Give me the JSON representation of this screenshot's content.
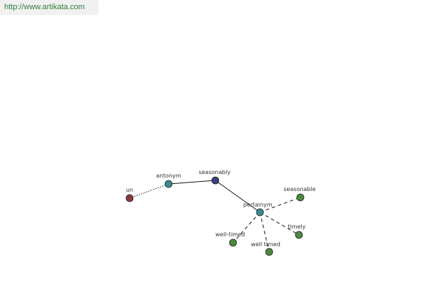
{
  "source_link": "http://www.artikata.com",
  "nodes": [
    {
      "id": "un",
      "label": "un",
      "color": "#8b3a3a"
    },
    {
      "id": "antonym",
      "label": "antonym",
      "color": "#3a8a8a"
    },
    {
      "id": "seasonably",
      "label": "seasonably",
      "color": "#3b3f7f"
    },
    {
      "id": "pertainym",
      "label": "pertainym",
      "color": "#3a8a8a"
    },
    {
      "id": "seasonable",
      "label": "seasonable",
      "color": "#4a8a3d"
    },
    {
      "id": "timely",
      "label": "timely",
      "color": "#4a8a3d"
    },
    {
      "id": "well-timed",
      "label": "well-timed",
      "color": "#4a8a3d"
    },
    {
      "id": "well-timed-2",
      "label": "well timed",
      "color": "#4a8a3d"
    }
  ],
  "edges": [
    {
      "from": "un",
      "to": "antonym",
      "style": "dotted"
    },
    {
      "from": "antonym",
      "to": "seasonably",
      "style": "solid"
    },
    {
      "from": "seasonably",
      "to": "pertainym",
      "style": "solid"
    },
    {
      "from": "pertainym",
      "to": "seasonable",
      "style": "dashed"
    },
    {
      "from": "pertainym",
      "to": "timely",
      "style": "dashed"
    },
    {
      "from": "pertainym",
      "to": "well-timed",
      "style": "dashed"
    },
    {
      "from": "pertainym",
      "to": "well-timed-2",
      "style": "dashed"
    }
  ]
}
